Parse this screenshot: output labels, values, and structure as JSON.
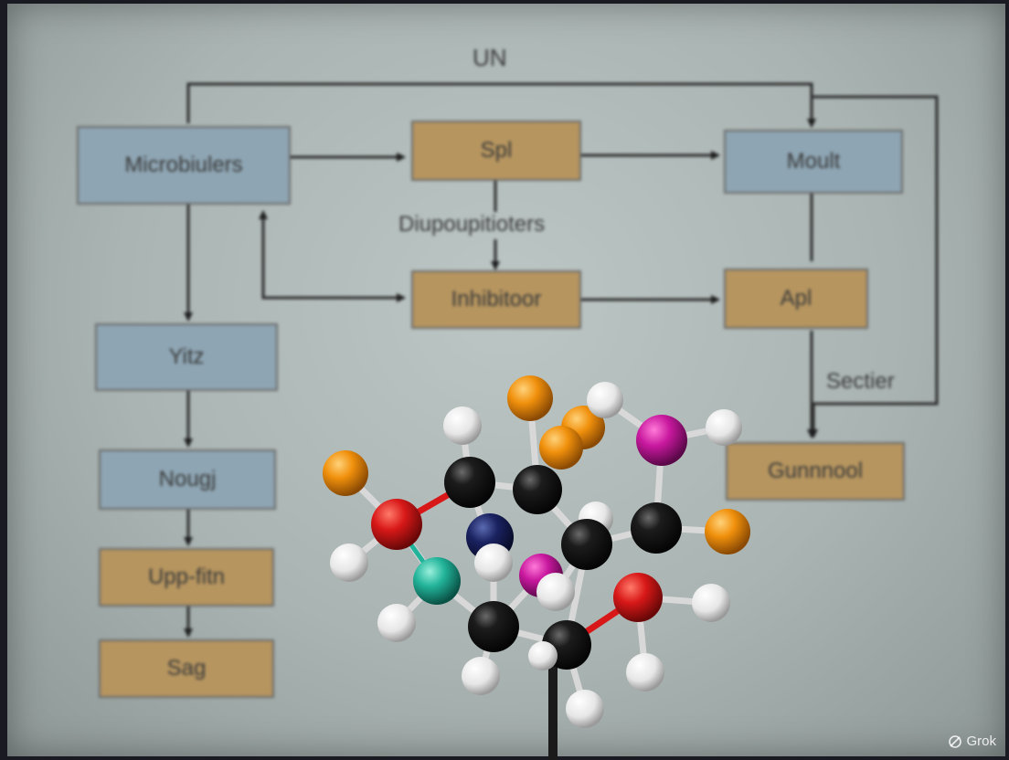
{
  "diagram": {
    "top_label": "UN",
    "nodes": {
      "microbiulers": "Microbiulers",
      "spl": "Spl",
      "moult": "Moult",
      "inhibitoor": "Inhibitoor",
      "apl": "Apl",
      "yitz": "Yitz",
      "nougj": "Nougj",
      "upp_fitn": "Upp-fitn",
      "sag": "Sag",
      "gunnnool": "Gunnnool"
    },
    "labels": {
      "diupoupitioters": "Diupoupitioters",
      "sectier": "Sectier"
    },
    "colors": {
      "blue_box": "#8ea5b3",
      "tan_box": "#b6955f",
      "board": "#b4bebc"
    }
  },
  "molecule": {
    "atom_colors": {
      "carbon": "#111111",
      "hydrogen": "#f2f2f2",
      "oxygen": "#d81818",
      "orange": "#f0900c",
      "magenta": "#c8189e",
      "navy": "#1a2260",
      "teal": "#22b49a"
    }
  },
  "watermark": {
    "text": "Grok",
    "icon": "grok-logo-icon"
  }
}
